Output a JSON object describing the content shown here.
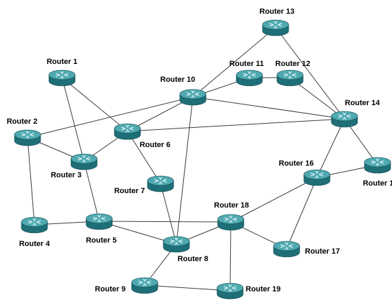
{
  "colors": {
    "link": "#3a3a3a",
    "router_body": "#1f6f78",
    "router_top": "#4fa9b0",
    "router_mark": "#d8f0f2",
    "label": "#000000"
  },
  "routers": [
    {
      "id": "r1",
      "label": "Router 1"
    },
    {
      "id": "r2",
      "label": "Router 2"
    },
    {
      "id": "r3",
      "label": "Router 3"
    },
    {
      "id": "r4",
      "label": "Router 4"
    },
    {
      "id": "r5",
      "label": "Router 5"
    },
    {
      "id": "r6",
      "label": "Router 6"
    },
    {
      "id": "r7",
      "label": "Router 7"
    },
    {
      "id": "r8",
      "label": "Router 8"
    },
    {
      "id": "r9",
      "label": "Router 9"
    },
    {
      "id": "r10",
      "label": "Router 10"
    },
    {
      "id": "r11",
      "label": "Router 11"
    },
    {
      "id": "r12",
      "label": "Router 12"
    },
    {
      "id": "r13",
      "label": "Router 13"
    },
    {
      "id": "r14",
      "label": "Router 14"
    },
    {
      "id": "r15",
      "label": "Router 1"
    },
    {
      "id": "r16",
      "label": "Router 16"
    },
    {
      "id": "r17",
      "label": "Router 17"
    },
    {
      "id": "r18",
      "label": "Router 18"
    },
    {
      "id": "r19",
      "label": "Router 19"
    }
  ],
  "links": [
    [
      "r1",
      "r3"
    ],
    [
      "r1",
      "r6"
    ],
    [
      "r2",
      "r3"
    ],
    [
      "r2",
      "r4"
    ],
    [
      "r2",
      "r10"
    ],
    [
      "r3",
      "r5"
    ],
    [
      "r3",
      "r6"
    ],
    [
      "r4",
      "r5"
    ],
    [
      "r5",
      "r8"
    ],
    [
      "r5",
      "r18"
    ],
    [
      "r6",
      "r7"
    ],
    [
      "r6",
      "r10"
    ],
    [
      "r6",
      "r14"
    ],
    [
      "r7",
      "r8"
    ],
    [
      "r8",
      "r10"
    ],
    [
      "r8",
      "r18"
    ],
    [
      "r8",
      "r9"
    ],
    [
      "r9",
      "r19"
    ],
    [
      "r10",
      "r11"
    ],
    [
      "r10",
      "r13"
    ],
    [
      "r10",
      "r14"
    ],
    [
      "r11",
      "r12"
    ],
    [
      "r12",
      "r14"
    ],
    [
      "r13",
      "r14"
    ],
    [
      "r14",
      "r16"
    ],
    [
      "r14",
      "r15"
    ],
    [
      "r15",
      "r16"
    ],
    [
      "r16",
      "r17"
    ],
    [
      "r16",
      "r18"
    ],
    [
      "r18",
      "r17"
    ],
    [
      "r18",
      "r19"
    ]
  ]
}
